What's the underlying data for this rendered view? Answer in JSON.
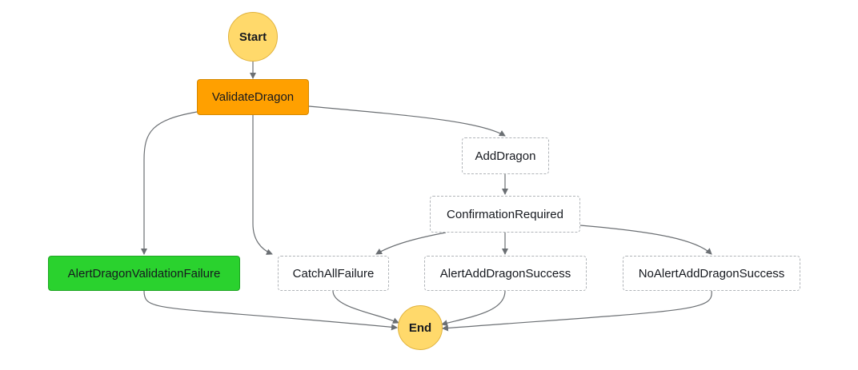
{
  "nodes": {
    "start": "Start",
    "validate_dragon": "ValidateDragon",
    "add_dragon": "AddDragon",
    "confirmation_required": "ConfirmationRequired",
    "alert_validation_failure": "AlertDragonValidationFailure",
    "catch_all_failure": "CatchAllFailure",
    "alert_add_success": "AlertAddDragonSuccess",
    "no_alert_add_success": "NoAlertAddDragonSuccess",
    "end": "End"
  },
  "colors": {
    "terminal_fill": "#ffd96b",
    "running_state": "#ffa000",
    "succeeded_state": "#2ad22e",
    "not_executed_border": "#b0b4b8",
    "edge": "#6b6f73"
  }
}
